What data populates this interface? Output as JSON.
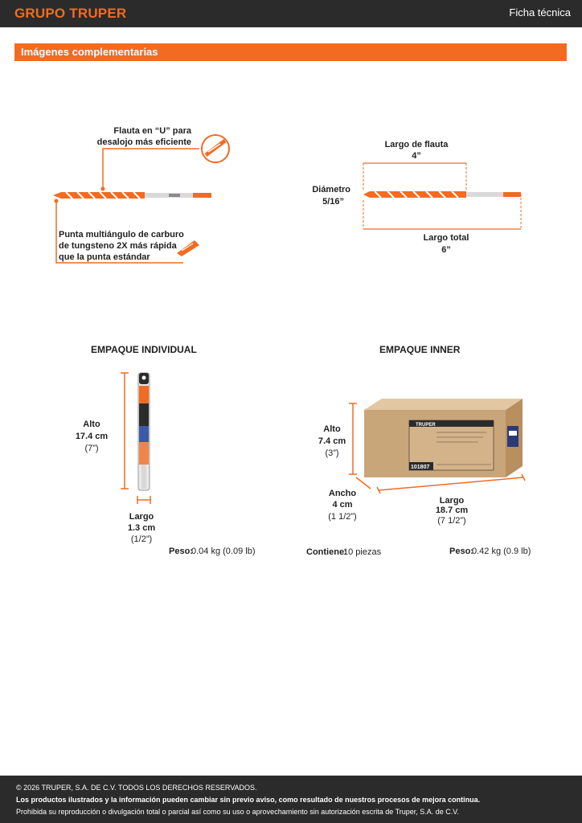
{
  "header": {
    "brand": "GRUPO TRUPER",
    "doc_type": "Ficha técnica"
  },
  "section": {
    "title": "Imágenes complementarias"
  },
  "features": {
    "flute_callout": "Flauta en “U” para\ndesalojo más eficiente",
    "tip_callout": "Punta multiángulo de carburo\nde tungsteno 2X más rápida\nque la punta estándar"
  },
  "dimensions": {
    "flute_length_label": "Largo de flauta",
    "flute_length_value": "4”",
    "diameter_label": "Diámetro",
    "diameter_value": "5/16”",
    "total_length_label": "Largo total",
    "total_length_value": "6”"
  },
  "individual": {
    "heading": "EMPAQUE INDIVIDUAL",
    "height_label": "Alto",
    "height_cm": "17.4 cm",
    "height_in": "(7”)",
    "length_label": "Largo",
    "length_cm": "1.3 cm",
    "length_in": "(1/2”)",
    "weight_label": "Peso:",
    "weight_value": "0.04 kg (0.09 lb)"
  },
  "inner": {
    "heading": "EMPAQUE INNER",
    "height_label": "Alto",
    "height_cm": "7.4 cm",
    "height_in": "(3”)",
    "width_label": "Ancho",
    "width_cm": "4 cm",
    "width_in": "(1 1/2”)",
    "length_label": "Largo",
    "length_cm": "18.7 cm",
    "length_in": "(7 1/2”)",
    "contains_label": "Contiene:",
    "contains_value": "10 piezas",
    "weight_label": "Peso:",
    "weight_value": "0.42 kg (0.9 lb)",
    "box_brand": "TRUPER",
    "box_code": "101807"
  },
  "footer": {
    "copyright": "© 2026 TRUPER, S.A. DE C.V. TODOS LOS DERECHOS RESERVADOS.",
    "notice": "Los productos ilustrados y la información pueden cambiar sin previo aviso, como resultado de nuestros procesos de mejora continua.",
    "prohibition": "Prohibida su reproducción o divulgación total o parcial así como su uso o aprovechamiento sin autorización escrita de Truper, S.A. de C.V."
  },
  "colors": {
    "accent": "#f26b21",
    "dark": "#2b2b2b",
    "cardboard": "#c9a57a"
  }
}
